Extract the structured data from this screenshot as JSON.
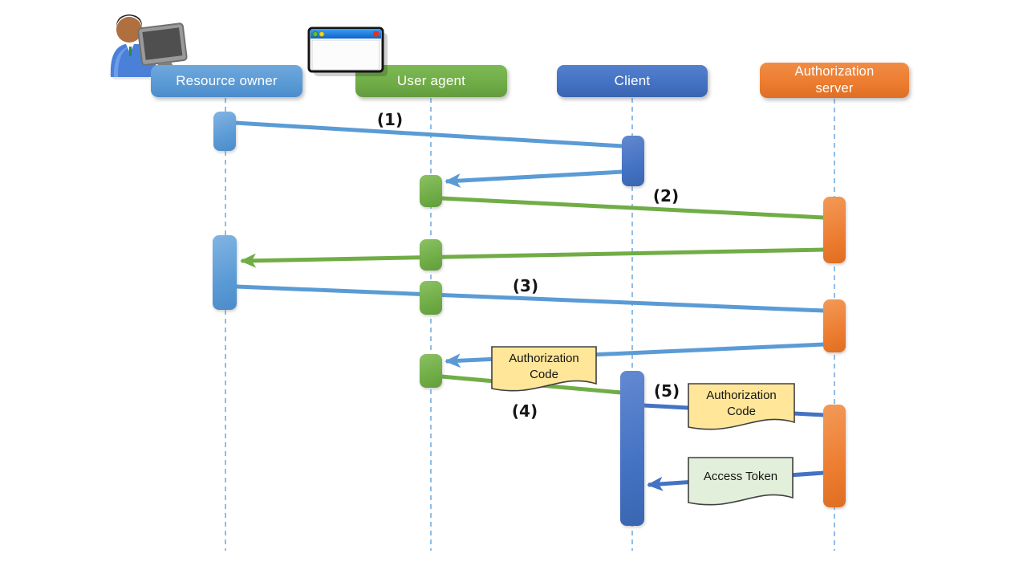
{
  "actors": [
    {
      "label": "Resource owner",
      "color": "#5B9BD5"
    },
    {
      "label": "User agent",
      "color": "#70AD47"
    },
    {
      "label": "Client",
      "color": "#4472C4"
    },
    {
      "label": "Authorization server",
      "color": "#ED7D31"
    }
  ],
  "steps": [
    "(1)",
    "(2)",
    "(3)",
    "(4)",
    "(5)"
  ],
  "notes": [
    {
      "text": "Authorization Code",
      "color": "#FFE699",
      "border": "#404040"
    },
    {
      "text": "Authorization Code",
      "color": "#FFE699",
      "border": "#404040"
    },
    {
      "text": "Access Token",
      "color": "#E2EFDA",
      "border": "#404040"
    }
  ],
  "colors": {
    "blue_arrow": "#5B9BD5",
    "green_arrow": "#70AD47",
    "dark_blue_arrow": "#4472C4",
    "lifeline": "#74ACDF"
  },
  "icons": {
    "resource_owner": "person-at-computer-icon",
    "user_agent": "browser-window-icon"
  }
}
